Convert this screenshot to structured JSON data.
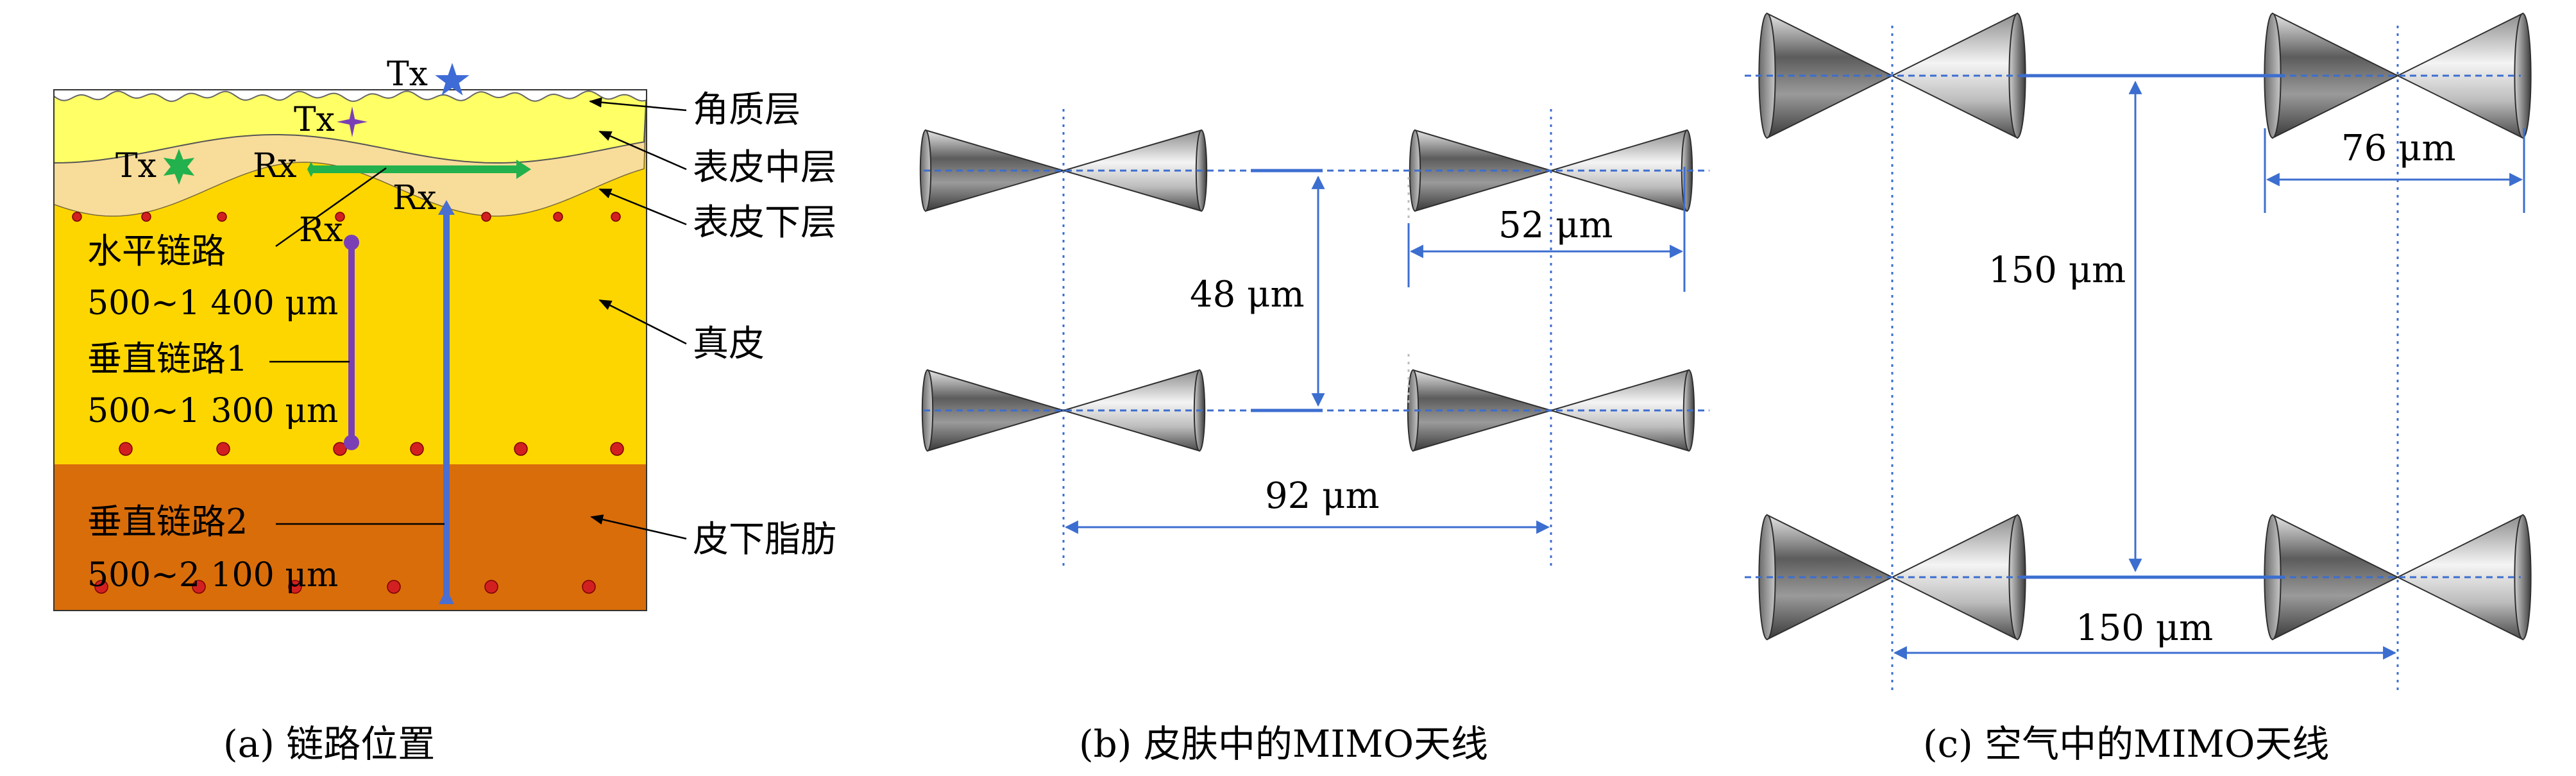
{
  "panel_a": {
    "caption": "(a) 链路位置",
    "tx_top": "Tx",
    "tx_mid": "Tx",
    "tx_left": "Tx",
    "rx_h": "Rx",
    "rx_v2": "Rx",
    "rx_v1": "Rx",
    "layer_stratum": "角质层",
    "layer_epi_mid": "表皮中层",
    "layer_epi_low": "表皮下层",
    "layer_dermis": "真皮",
    "layer_fat": "皮下脂肪",
    "link_horizontal": "水平链路",
    "link_horizontal_range": "500~1 400 μm",
    "link_vertical1": "垂直链路1",
    "link_vertical1_range": "500~1 300 μm",
    "link_vertical2": "垂直链路2",
    "link_vertical2_range": "500~2 100 μm",
    "colors": {
      "stratum": "#ffff66",
      "epidermis": "#f8dc99",
      "dermis": "#fdd600",
      "fat": "#d96d0a",
      "horizontal_link": "#22b14c",
      "vertical_link1": "#7b3fb5",
      "vertical_link2": "#4a6fd1"
    }
  },
  "panel_b": {
    "caption": "(b) 皮肤中的MIMO天线",
    "dim_vertical": "48 μm",
    "dim_horizontal": "92 μm",
    "dim_element": "52 μm"
  },
  "panel_c": {
    "caption": "(c) 空气中的MIMO天线",
    "dim_vertical": "150 μm",
    "dim_horizontal": "150 μm",
    "dim_element": "76 μm"
  }
}
